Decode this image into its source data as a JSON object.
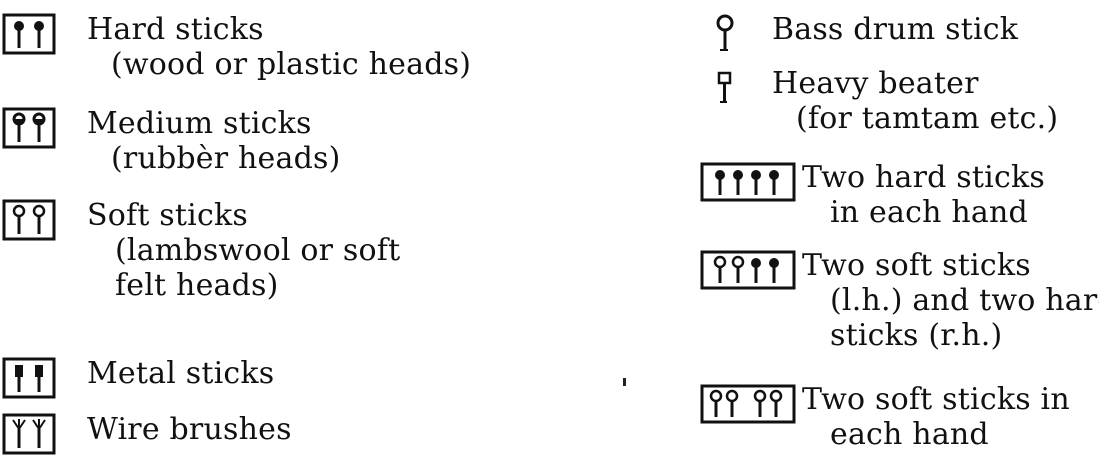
{
  "legend": {
    "left": [
      {
        "id": "hard",
        "icon": "hard-sticks-icon",
        "lines": [
          "Hard sticks",
          "(wood or plastic heads)"
        ]
      },
      {
        "id": "medium",
        "icon": "medium-sticks-icon",
        "lines": [
          "Medium sticks",
          "(rubbèr heads)"
        ]
      },
      {
        "id": "soft",
        "icon": "soft-sticks-icon",
        "lines": [
          "Soft sticks",
          "(lambswool or soft",
          "felt heads)"
        ]
      },
      {
        "id": "metal",
        "icon": "metal-sticks-icon",
        "lines": [
          "Metal sticks"
        ]
      },
      {
        "id": "wire",
        "icon": "wire-brushes-icon",
        "lines": [
          "Wire brushes"
        ]
      }
    ],
    "right": [
      {
        "id": "bass",
        "icon": "bass-drum-stick-icon",
        "lines": [
          "Bass drum stick"
        ]
      },
      {
        "id": "heavy",
        "icon": "heavy-beater-icon",
        "lines": [
          "Heavy beater",
          "(for tamtam etc.)"
        ]
      },
      {
        "id": "twohard",
        "icon": "two-hard-sticks-each-hand-icon",
        "lines": [
          "Two hard sticks",
          "in each hand"
        ]
      },
      {
        "id": "mix",
        "icon": "two-soft-two-hard-sticks-icon",
        "lines": [
          "Two soft sticks",
          "(l.h.) and two hard",
          "sticks (r.h.)"
        ]
      },
      {
        "id": "twosoft",
        "icon": "two-soft-sticks-each-hand-icon",
        "lines": [
          "Two soft sticks in",
          "each hand"
        ]
      }
    ]
  }
}
